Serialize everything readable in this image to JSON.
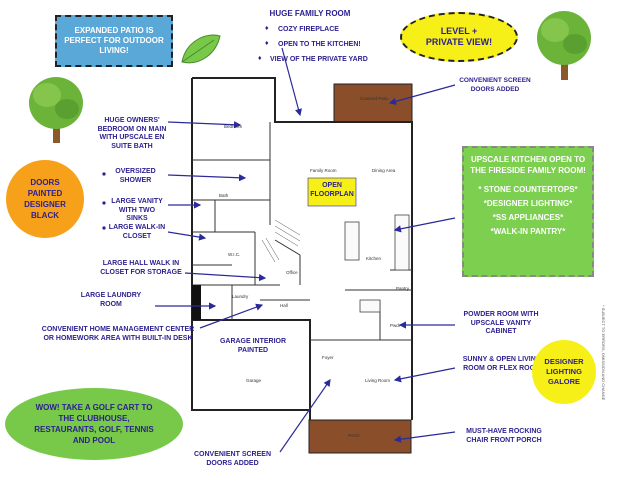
{
  "expanded_patio": "EXPANDED PATIO IS PERFECT FOR OUTDOOR LIVING!",
  "huge_family_room": {
    "title": "HUGE FAMILY ROOM",
    "items": [
      "COZY FIREPLACE",
      "OPEN TO THE KITCHEN!",
      "VIEW OF THE PRIVATE YARD"
    ]
  },
  "level_private": "LEVEL + PRIVATE VIEW!",
  "convenient_screen_top": "CONVENIENT SCREEN DOORS ADDED",
  "upscale_kitchen": {
    "title": "UPSCALE KITCHEN OPEN TO THE FIRESIDE FAMILY ROOM!",
    "items": [
      "* STONE COUNTERTOPS*",
      "*DESIGNER LIGHTING*",
      "*SS APPLIANCES*",
      "*WALK-IN PANTRY*"
    ]
  },
  "doors_painted": "DOORS PAINTED DESIGNER BLACK",
  "owners_bedroom": "HUGE OWNERS' BEDROOM ON MAIN WITH UPSCALE EN SUITE BATH",
  "oversized_shower": "OVERSIZED SHOWER",
  "large_vanity": "LARGE VANITY WITH TWO SINKS",
  "large_walkin": "LARGE WALK-IN CLOSET",
  "hall_walkin": "LARGE HALL WALK IN CLOSET FOR STORAGE",
  "laundry": "LARGE LAUNDRY ROOM",
  "home_mgmt": "CONVENIENT HOME MANAGEMENT CENTER OR HOMEWORK AREA WITH BUILT-IN DESK",
  "garage_painted": "GARAGE INTERIOR PAINTED",
  "golf_cart": "WOW! TAKE A GOLF CART TO THE CLUBHOUSE, RESTAURANTS, GOLF, TENNIS AND POOL",
  "convenient_screen_bottom": "CONVENIENT SCREEN DOORS ADDED",
  "powder_room": "POWDER ROOM WITH UPSCALE VANITY CABINET",
  "sunny_living": "SUNNY & OPEN LIVING ROOM OR FLEX ROOM",
  "rocking_porch": "MUST-HAVE ROCKING CHAIR FRONT PORCH",
  "designer_lighting": "DESIGNER LIGHTING GALORE",
  "open_floorplan": "OPEN FLOORPLAN",
  "disclaimer": "* SUBJECT TO ERRORS, OMISSION AND CHANGE",
  "rooms": {
    "covered_patio": "Covered Patio",
    "bedroom": "Bedroom",
    "bath": "Bath",
    "wic": "W.I.C.",
    "family_room": "Family Room",
    "dining_area": "Dining Area",
    "kitchen": "Kitchen",
    "office": "Office",
    "laundry": "Laundry",
    "hall": "Hall",
    "pantry": "Pantry",
    "pwdr": "Pwdr",
    "garage": "Garage",
    "foyer": "Foyer",
    "living_room": "Living Room",
    "porch": "Porch"
  },
  "colors": {
    "label_text": "#2b1f8f",
    "patio_box": "#5aa8d8",
    "kitchen_box": "#7ccf4f",
    "yellow_oval": "#f7ef18",
    "orange_circle": "#f7a11b",
    "green_oval": "#78c84a",
    "patio_floor": "#8a4f2a",
    "arrow": "#2a2a9a"
  },
  "icons": [
    "tree-icon",
    "leaf-icon"
  ]
}
